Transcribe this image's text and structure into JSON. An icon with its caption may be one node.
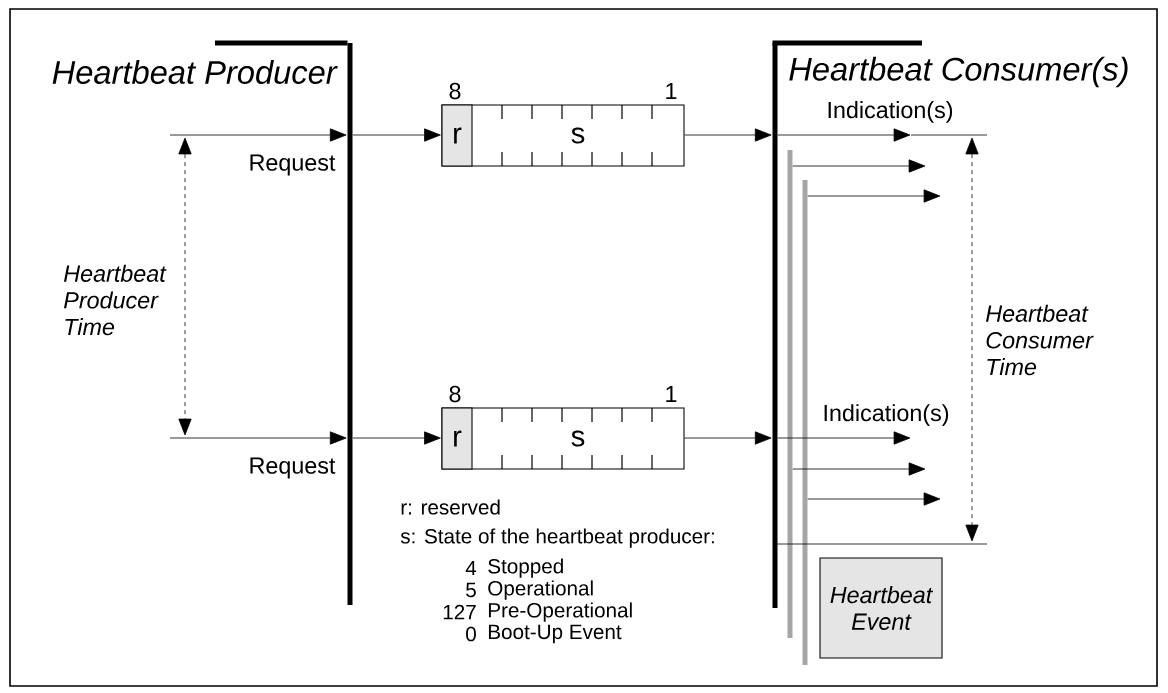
{
  "diagram": {
    "nodes": [
      {
        "text": [],
        "shape": "bar"
      },
      {
        "text": [],
        "shape": "bar"
      },
      {
        "text": [
          "r",
          "s"
        ],
        "beside": [
          "8",
          "1"
        ]
      },
      {
        "text": [
          "r",
          "s"
        ],
        "beside": [
          "8",
          "1"
        ]
      },
      {
        "text": [
          "Heartbeat Event"
        ]
      },
      {
        "text": [],
        "shape": "bar"
      },
      {
        "text": [],
        "shape": "bar"
      }
    ],
    "edges": [
      {
        "from": null,
        "to": 0,
        "arrow": "to",
        "label": "Request"
      },
      {
        "from": 0,
        "to": 2,
        "arrow": "to"
      },
      {
        "from": 2,
        "to": 1,
        "arrow": "to"
      },
      {
        "from": 1,
        "to": null,
        "arrow": "to",
        "label": "Indication(s)"
      },
      {
        "from": 5,
        "to": null,
        "arrow": "to"
      },
      {
        "from": 6,
        "to": null,
        "arrow": "to"
      },
      {
        "from": null,
        "to": 0,
        "arrow": "to",
        "label": "Request"
      },
      {
        "from": 0,
        "to": 3,
        "arrow": "to"
      },
      {
        "from": 3,
        "to": 1,
        "arrow": "to"
      },
      {
        "from": 1,
        "to": null,
        "arrow": "to",
        "label": "Indication(s)"
      },
      {
        "from": 5,
        "to": null,
        "arrow": "to"
      },
      {
        "from": 6,
        "to": null,
        "arrow": "to"
      }
    ],
    "labels": [
      "Heartbeat Producer",
      "Heartbeat Consumer(s)",
      "Heartbeat Producer Time",
      "Heartbeat Consumer Time",
      "r: reserved",
      "s: State of the heartbeat producer:",
      "4",
      "Stopped",
      "5",
      "Operational",
      "127",
      "Pre-Operational",
      "0",
      "Boot-Up Event"
    ]
  }
}
